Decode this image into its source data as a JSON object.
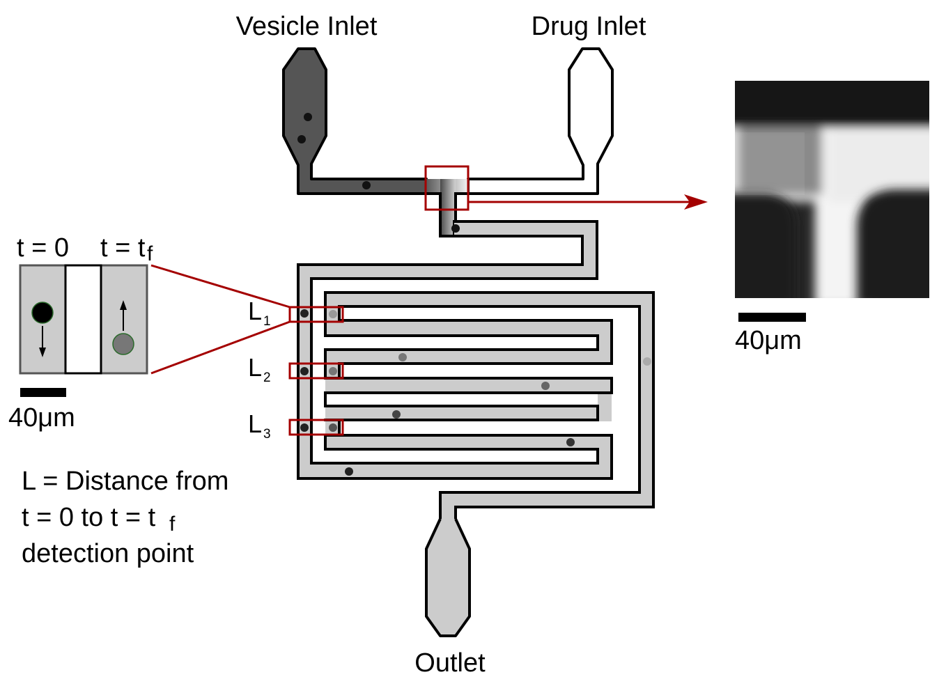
{
  "labels": {
    "vesicle_inlet": "Vesicle Inlet",
    "drug_inlet": "Drug Inlet",
    "outlet": "Outlet"
  },
  "inset": {
    "t0_label": "t = 0",
    "tf_label_main": "t = t",
    "tf_label_sub": "f",
    "scale_bar": "40μm"
  },
  "micrograph": {
    "scale_bar": "40μm"
  },
  "detection_points": [
    {
      "letter": "L",
      "subscript": "1"
    },
    {
      "letter": "L",
      "subscript": "2"
    },
    {
      "letter": "L",
      "subscript": "3"
    }
  ],
  "legend": {
    "line1": "L = Distance from",
    "line2_main": "t = 0 to t = t",
    "line2_sub": "f",
    "line3": "detection point"
  },
  "colors": {
    "channel_fill": "#cccccc",
    "vesicle_fill": "#555555",
    "highlight": "#a40000",
    "outline": "#000000"
  }
}
